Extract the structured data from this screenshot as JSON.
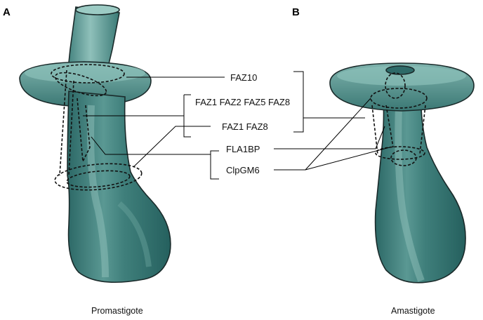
{
  "panels": [
    {
      "letter": "A",
      "caption": "Promastigote"
    },
    {
      "letter": "B",
      "caption": "Amastigote"
    }
  ],
  "labels": {
    "faz10": "FAZ10",
    "faz1258": "FAZ1 FAZ2 FAZ5 FAZ8",
    "faz18": "FAZ1 FAZ8",
    "fla1bp": "FLA1BP",
    "clpgm6": "ClpGM6"
  },
  "colors": {
    "cell_dark": "#2e6a68",
    "cell_mid": "#4a8c88",
    "cell_light": "#7fb3ad",
    "outline": "#1a2a2a"
  }
}
